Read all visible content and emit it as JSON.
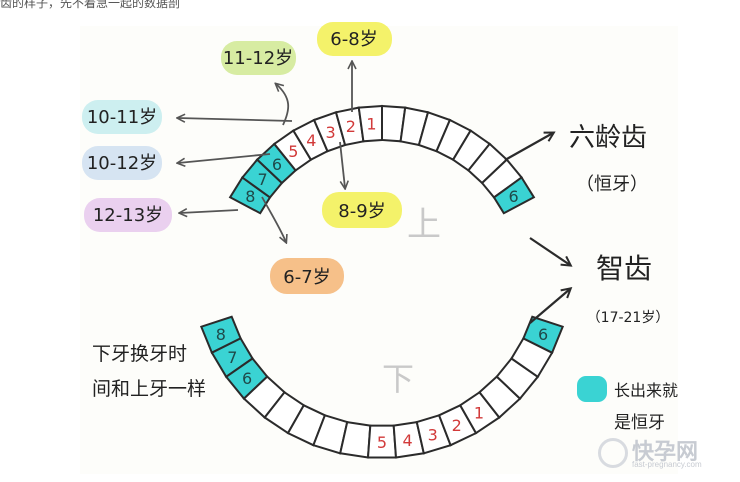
{
  "header_fragment": "齿的样子，先不着急一起的数据剖",
  "labels": {
    "tooth_11_12": "11-12岁",
    "tooth_6_8": "6-8岁",
    "tooth_10_11": "10-11岁",
    "tooth_10_12": "10-12岁",
    "tooth_12_13": "12-13岁",
    "tooth_8_9": "8-9岁",
    "tooth_6_7": "6-7岁",
    "upper": "上",
    "lower": "下",
    "six_year_molar": "六龄齿",
    "permanent": "（恒牙）",
    "wisdom_tooth": "智齿",
    "wisdom_age": "（17-21岁）",
    "lower_note_line1": "下牙换牙时",
    "lower_note_line2": "间和上牙一样",
    "legend_line1": "长出来就",
    "legend_line2": "是恒牙"
  },
  "upper_teeth": [
    "8",
    "7",
    "6",
    "5",
    "4",
    "3",
    "2",
    "1",
    "",
    "",
    "",
    "",
    "",
    "",
    "",
    "6"
  ],
  "lower_teeth": [
    "8",
    "7",
    "6",
    "",
    "",
    "",
    "",
    "",
    "5",
    "4",
    "3",
    "2",
    "1",
    "",
    "",
    "",
    "6"
  ],
  "watermark": {
    "name": "快孕网",
    "url": "fast-pregnancy.com"
  },
  "colors": {
    "permanent": "#3ad3d3",
    "tooth_number": "#d23a3a",
    "outline": "#2b2b2b",
    "bubble_yellow": "#f4f26a",
    "bubble_green": "#d7eca2",
    "bubble_cyan": "#cdeff0",
    "bubble_blue": "#d6e4f2",
    "bubble_pink": "#ead0ef",
    "bubble_orange": "#f6c089"
  }
}
